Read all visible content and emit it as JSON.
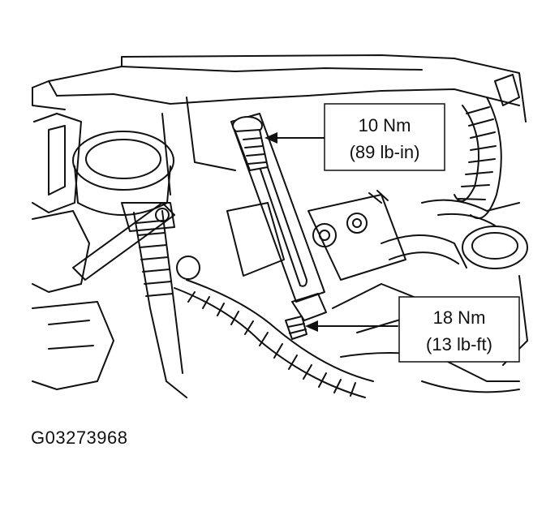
{
  "callouts": [
    {
      "line1": "10 Nm",
      "line2": "(89 lb-in)"
    },
    {
      "line1": "18 Nm",
      "line2": "(13 lb-ft)"
    }
  ],
  "figure_id": "G03273968",
  "colors": {
    "ink": "#111111",
    "paper": "#ffffff"
  }
}
